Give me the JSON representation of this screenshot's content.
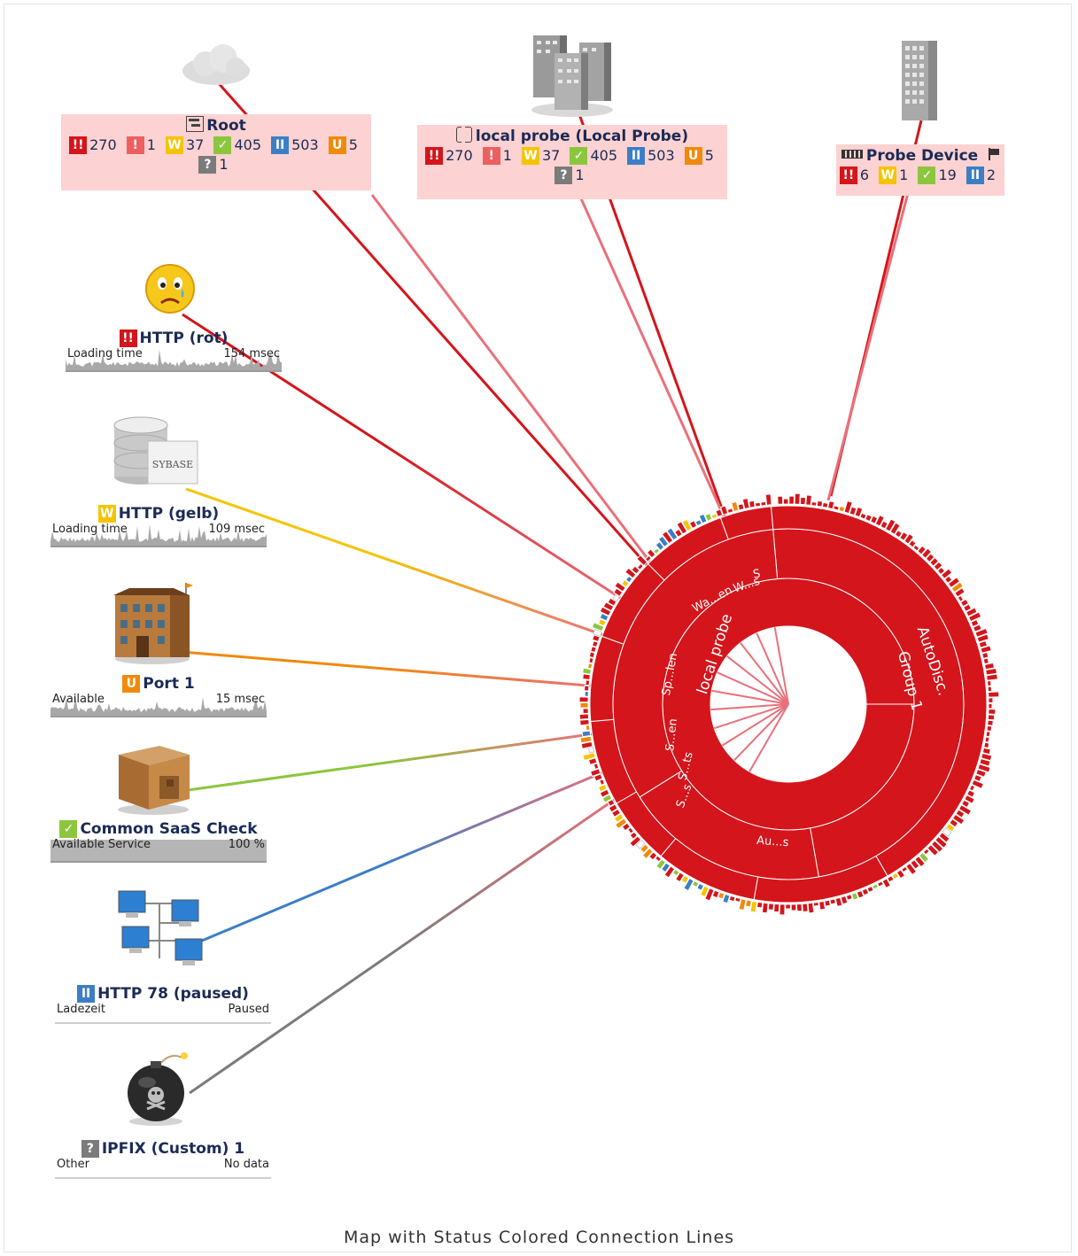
{
  "colors": {
    "down": "#d4151b",
    "down_partial": "#ee5f5f",
    "warning": "#f5c400",
    "up": "#8cc63e",
    "paused": "#3b7ec6",
    "unusual": "#f08a0b",
    "unknown": "#7b7b7b",
    "box_background": "#fdd2d2"
  },
  "top_nodes": {
    "root": {
      "icon": "cloud-icon",
      "type_icon": "group-icon",
      "title": "Root",
      "counts": {
        "down": "270",
        "down_partial": "1",
        "warning": "37",
        "up": "405",
        "paused": "503",
        "unusual": "5",
        "unknown": "1"
      }
    },
    "local_probe": {
      "icon": "office-buildings-icon",
      "type_icon": "probe-icon",
      "title": "local probe (Local Probe)",
      "counts": {
        "down": "270",
        "down_partial": "1",
        "warning": "37",
        "up": "405",
        "paused": "503",
        "unusual": "5",
        "unknown": "1"
      }
    },
    "probe_device": {
      "icon": "tower-building-icon",
      "type_icon": "device-icon",
      "flag_icon": "flag-icon",
      "title": "Probe Device",
      "counts": {
        "down": "6",
        "warning": "1",
        "up": "19",
        "paused": "2"
      }
    }
  },
  "sensors": [
    {
      "icon": "sad-face-icon",
      "status": "down",
      "badge_glyph": "!!",
      "title": "HTTP (rot)",
      "channel": "Loading time",
      "value": "154 msec",
      "line_color": "#d4151b",
      "graph": true
    },
    {
      "icon": "sybase-database-icon",
      "status": "warning",
      "badge_glyph": "W",
      "title": "HTTP (gelb)",
      "channel": "Loading time",
      "value": "109 msec",
      "line_color": "#f5c400",
      "graph": true
    },
    {
      "icon": "school-building-icon",
      "status": "unusual",
      "badge_glyph": "U",
      "title": "Port 1",
      "channel": "Available",
      "value": "15 msec",
      "line_color": "#f08a0b",
      "graph": true
    },
    {
      "icon": "cardboard-box-icon",
      "status": "up",
      "badge_glyph": "✓",
      "title": "Common SaaS Check",
      "channel": "Available Service",
      "value": "100 %",
      "line_color": "#8cc63e",
      "graph": true
    },
    {
      "icon": "network-computers-icon",
      "status": "paused",
      "badge_glyph": "II",
      "title": "HTTP 78 (paused)",
      "channel": "Ladezeit",
      "value": "Paused",
      "line_color": "#3b7ec6",
      "graph": false
    },
    {
      "icon": "bomb-icon",
      "status": "unknown",
      "badge_glyph": "?",
      "title": "IPFIX (Custom) 1",
      "channel": "Other",
      "value": "No data",
      "line_color": "#7b7b7b",
      "graph": false
    }
  ],
  "sunburst": {
    "inner_labels": [
      "local probe",
      "AutoDisc.",
      "Group 1"
    ],
    "mid_labels": [
      "Sp...len",
      "S...en",
      "S...ts",
      "Wa...en",
      "W...s",
      "Au...s",
      "S...s",
      "S"
    ]
  },
  "caption": "Map with Status Colored Connection Lines"
}
